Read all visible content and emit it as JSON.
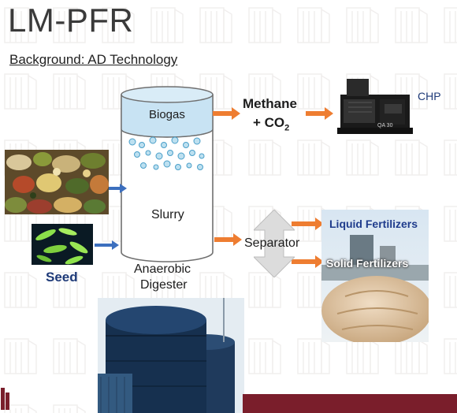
{
  "slide": {
    "title": "LM-PFR",
    "subtitle": "Background: AD Technology"
  },
  "diagram": {
    "digester": {
      "biogas_label": "Biogas",
      "slurry_label": "Slurry",
      "caption_line1": "Anaerobic",
      "caption_line2": "Digester"
    },
    "methane": {
      "line1": "Methane",
      "line2_prefix": "+ CO",
      "line2_subscript": "2"
    },
    "chp_label": "CHP",
    "generator_model": "QA 30",
    "seed_label": "Seed",
    "separator_label": "Separator",
    "liquid_fertilizers_label": "Liquid Fertilizers",
    "solid_fertilizers_label": "Solid Fertilizers"
  },
  "colors": {
    "arrow": "#ee7d31",
    "feed_arrow": "#3c6fbe",
    "biogas_fill": "#c8e3f3",
    "tank_outline": "#6f6f6f",
    "separator_arrow": "#d9d9d9",
    "footer_bar": "#7a1e2b",
    "fertilizer_text": "#1f3c8c"
  }
}
